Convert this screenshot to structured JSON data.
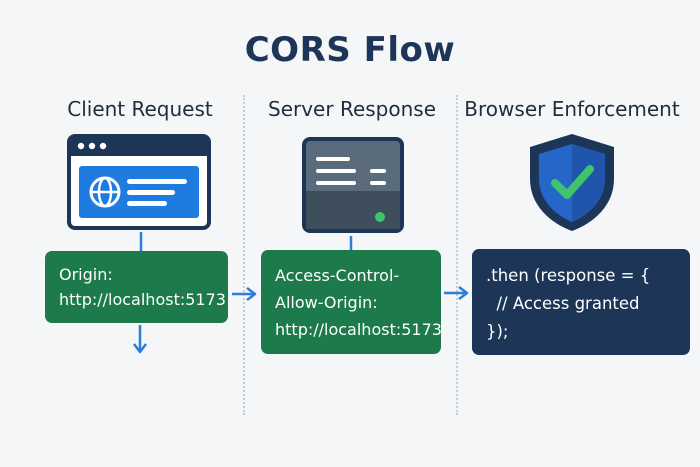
{
  "title": "CORS Flow",
  "columns": [
    {
      "heading": "Client Request",
      "icon": "browser-window-globe-icon"
    },
    {
      "heading": "Server Response",
      "icon": "server-icon"
    },
    {
      "heading": "Browser Enforcement",
      "icon": "shield-check-icon"
    }
  ],
  "boxes": {
    "client": {
      "lines": [
        "Origin:",
        "http://localhost:5173"
      ]
    },
    "server": {
      "lines": [
        "Access-Control-",
        "Allow-Origin:",
        "http://localhost:5173"
      ]
    },
    "browser": {
      "lines": [
        ".then (response = {",
        "  // Access granted",
        "});"
      ]
    }
  },
  "colors": {
    "heading": "#1d3557",
    "green_box": "#1c7a4b",
    "navy_box": "#1d3557",
    "arrow": "#2b7fd6",
    "accent_blue": "#1e7be0",
    "check_green": "#3fc46b"
  }
}
